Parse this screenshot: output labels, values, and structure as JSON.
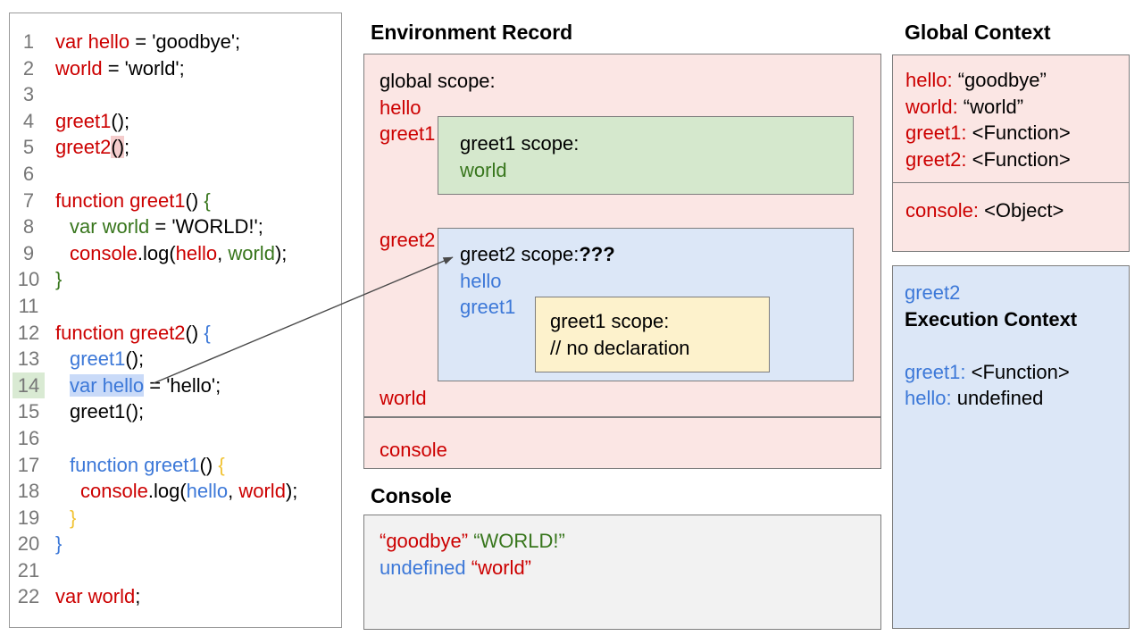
{
  "palette": {
    "red": "#cc0000",
    "green": "#38761d",
    "blue": "#3c78d8",
    "yellow": "#f1c232",
    "black": "#000000",
    "line_number_gray": "#777777",
    "hl_pink": "#f4cccc",
    "hl_blue": "#c9daf8",
    "hl_green": "#d9ead3",
    "box_pink": "#fbe6e4",
    "box_green": "#d5e8cd",
    "box_blue": "#dce7f7",
    "box_yellow": "#fdf2cc",
    "box_gray": "#f2f2f2",
    "arrow": "#4a4a4a"
  },
  "code_panel": {
    "lines": [
      {
        "num": "1",
        "indent": 0,
        "tokens": [
          {
            "t": "var hello",
            "c": "red"
          },
          {
            "t": " = 'goodbye';",
            "c": "black"
          }
        ]
      },
      {
        "num": "2",
        "indent": 0,
        "tokens": [
          {
            "t": "world",
            "c": "red"
          },
          {
            "t": " = 'world';",
            "c": "black"
          }
        ]
      },
      {
        "num": "3",
        "indent": 0,
        "tokens": []
      },
      {
        "num": "4",
        "indent": 0,
        "tokens": [
          {
            "t": "greet1",
            "c": "red"
          },
          {
            "t": "();",
            "c": "black"
          }
        ]
      },
      {
        "num": "5",
        "indent": 0,
        "tokens": [
          {
            "t": "greet2",
            "c": "red"
          },
          {
            "t": "()",
            "c": "black",
            "bg": "hl_pink"
          },
          {
            "t": ";",
            "c": "black"
          }
        ]
      },
      {
        "num": "6",
        "indent": 0,
        "tokens": []
      },
      {
        "num": "7",
        "indent": 0,
        "tokens": [
          {
            "t": "function greet1",
            "c": "red"
          },
          {
            "t": "() ",
            "c": "black"
          },
          {
            "t": "{",
            "c": "green"
          }
        ]
      },
      {
        "num": "8",
        "indent": 1,
        "tokens": [
          {
            "t": "var world",
            "c": "green"
          },
          {
            "t": " = 'WORLD!';",
            "c": "black"
          }
        ]
      },
      {
        "num": "9",
        "indent": 1,
        "tokens": [
          {
            "t": "console",
            "c": "red"
          },
          {
            "t": ".log(",
            "c": "black"
          },
          {
            "t": "hello",
            "c": "red"
          },
          {
            "t": ", ",
            "c": "black"
          },
          {
            "t": "world",
            "c": "green"
          },
          {
            "t": ");",
            "c": "black"
          }
        ]
      },
      {
        "num": "10",
        "indent": 0,
        "tokens": [
          {
            "t": "}",
            "c": "green"
          }
        ]
      },
      {
        "num": "11",
        "indent": 0,
        "tokens": []
      },
      {
        "num": "12",
        "indent": 0,
        "tokens": [
          {
            "t": "function greet2",
            "c": "red"
          },
          {
            "t": "() ",
            "c": "black"
          },
          {
            "t": "{",
            "c": "blue"
          }
        ]
      },
      {
        "num": "13",
        "indent": 1,
        "tokens": [
          {
            "t": "greet1",
            "c": "blue"
          },
          {
            "t": "();",
            "c": "black"
          }
        ]
      },
      {
        "num": "14",
        "indent": 1,
        "num_hl": "hl_green",
        "tokens": [
          {
            "t": "var hello",
            "c": "blue",
            "bg": "hl_blue"
          },
          {
            "t": " = 'hello';",
            "c": "black"
          }
        ]
      },
      {
        "num": "15",
        "indent": 1,
        "tokens": [
          {
            "t": "greet1();",
            "c": "black"
          }
        ]
      },
      {
        "num": "16",
        "indent": 0,
        "tokens": []
      },
      {
        "num": "17",
        "indent": 1,
        "tokens": [
          {
            "t": "function greet1",
            "c": "blue"
          },
          {
            "t": "() ",
            "c": "black"
          },
          {
            "t": "{",
            "c": "yellow"
          }
        ]
      },
      {
        "num": "18",
        "indent": 2,
        "tokens": [
          {
            "t": "console",
            "c": "red"
          },
          {
            "t": ".log(",
            "c": "black"
          },
          {
            "t": "hello",
            "c": "blue"
          },
          {
            "t": ", ",
            "c": "black"
          },
          {
            "t": "world",
            "c": "red"
          },
          {
            "t": ");",
            "c": "black"
          }
        ]
      },
      {
        "num": "19",
        "indent": 1,
        "tokens": [
          {
            "t": "}",
            "c": "yellow"
          }
        ]
      },
      {
        "num": "20",
        "indent": 0,
        "tokens": [
          {
            "t": "}",
            "c": "blue"
          }
        ]
      },
      {
        "num": "21",
        "indent": 0,
        "tokens": []
      },
      {
        "num": "22",
        "indent": 0,
        "tokens": [
          {
            "t": "var world",
            "c": "red"
          },
          {
            "t": ";",
            "c": "black"
          }
        ]
      }
    ]
  },
  "environment_record": {
    "title": "Environment Record",
    "global_scope_label": "global scope:",
    "vars": {
      "hello": "hello",
      "greet1": "greet1",
      "greet2": "greet2",
      "world": "world",
      "console": "console"
    },
    "greet1_scope": {
      "title": "greet1 scope:",
      "var": "world"
    },
    "greet2_scope": {
      "title": "greet2 scope:",
      "question": "???",
      "vars": [
        "hello",
        "greet1"
      ]
    },
    "inner_greet1_scope": {
      "title": "greet1 scope:",
      "comment": "// no declaration"
    }
  },
  "console_panel": {
    "title": "Console",
    "lines": [
      [
        {
          "t": "“goodbye”",
          "c": "red"
        },
        {
          "t": " ",
          "c": "black"
        },
        {
          "t": "“WORLD!”",
          "c": "green"
        }
      ],
      [
        {
          "t": "undefined",
          "c": "blue"
        },
        {
          "t": " ",
          "c": "black"
        },
        {
          "t": "“world”",
          "c": "red"
        }
      ]
    ]
  },
  "global_context": {
    "title": "Global Context",
    "entries": [
      {
        "label": "hello:",
        "value": "“goodbye”"
      },
      {
        "label": "world:",
        "value": "“world”"
      },
      {
        "label": "greet1:",
        "value": "<Function>"
      },
      {
        "label": "greet2:",
        "value": "<Function>"
      }
    ],
    "console_entries": [
      {
        "label": "console:",
        "value": "<Object>"
      }
    ]
  },
  "execution_context": {
    "fn_name": "greet2",
    "title": "Execution Context",
    "entries": [
      {
        "label": "greet1:",
        "value": "<Function>"
      },
      {
        "label": "hello:",
        "value": "undefined"
      }
    ]
  }
}
